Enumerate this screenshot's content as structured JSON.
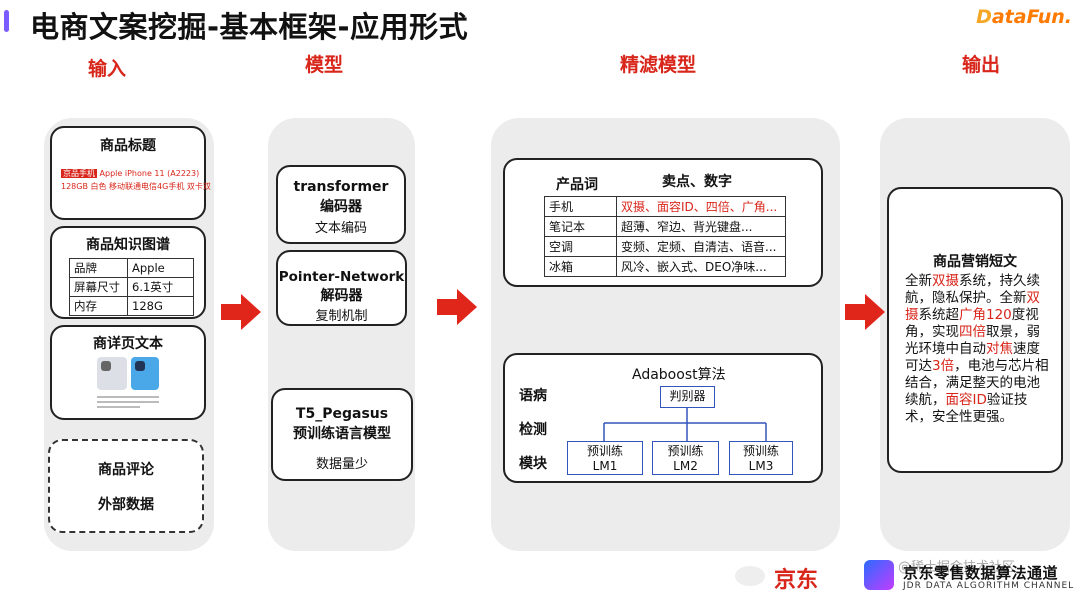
{
  "header": {
    "title": "电商文案挖掘-基本框架-应用形式",
    "logo_text_1": "D",
    "logo_text_2": "ataFun."
  },
  "columns": {
    "input": "输入",
    "model": "模型",
    "filter": "精滤模型",
    "output": "输出"
  },
  "input": {
    "product_title": {
      "heading": "商品标题",
      "tag": "京品手机",
      "line1": "Apple iPhone 11 (A2223)",
      "line2": "128GB 白色 移动联通电信4G手机 双卡双"
    },
    "knowledge_graph": {
      "heading": "商品知识图谱",
      "rows": [
        [
          "品牌",
          "Apple"
        ],
        [
          "屏幕尺寸",
          "6.1英寸"
        ],
        [
          "内存",
          "128G"
        ]
      ]
    },
    "detail_text": {
      "heading": "商详页文本"
    },
    "extra": {
      "reviews": "商品评论",
      "external": "外部数据"
    }
  },
  "model": {
    "transformer": {
      "title1": "transformer",
      "title2": "编码器",
      "desc": "文本编码"
    },
    "pointer": {
      "title1": "Pointer-Network",
      "title2": "解码器",
      "desc": "复制机制"
    },
    "t5": {
      "title1": "T5_Pegasus",
      "title2": "预训练语言模型",
      "desc": "数据量少"
    }
  },
  "filter": {
    "keyword_table": {
      "header_col1": "产品词",
      "header_col2": "卖点、数字",
      "rows": [
        {
          "product": "手机",
          "points": "双摄、面容ID、四倍、广角..."
        },
        {
          "product": "笔记本",
          "points": "超薄、窄边、背光键盘..."
        },
        {
          "product": "空调",
          "points": "变频、定频、自清洁、语音..."
        },
        {
          "product": "冰箱",
          "points": "风冷、嵌入式、DEO净味..."
        }
      ]
    },
    "adaboost": {
      "title": "Adaboost算法",
      "judge": "判别器",
      "side_label_1": "语病",
      "side_label_2": "检测",
      "side_label_3": "模块",
      "lms": [
        {
          "line1": "预训练",
          "line2": "LM1"
        },
        {
          "line1": "预训练",
          "line2": "LM2"
        },
        {
          "line1": "预训练",
          "line2": "LM3"
        }
      ]
    }
  },
  "output": {
    "heading": "商品营销短文",
    "segments": [
      {
        "text": "全新",
        "hl": false
      },
      {
        "text": "双摄",
        "hl": true
      },
      {
        "text": "系统，持久续航，隐私保护。全新",
        "hl": false
      },
      {
        "text": "双摄",
        "hl": true
      },
      {
        "text": "系统超",
        "hl": false
      },
      {
        "text": "广角120",
        "hl": true
      },
      {
        "text": "度视角，实现",
        "hl": false
      },
      {
        "text": "四倍",
        "hl": true
      },
      {
        "text": "取景，弱光环境中自动",
        "hl": false
      },
      {
        "text": "对焦",
        "hl": true
      },
      {
        "text": "速度可达",
        "hl": false
      },
      {
        "text": "3倍",
        "hl": true
      },
      {
        "text": "，电池与芯片相结合，满足整天的电池续航，",
        "hl": false
      },
      {
        "text": "面容ID",
        "hl": true
      },
      {
        "text": "验证技术，安全性更强。",
        "hl": false
      }
    ]
  },
  "footer": {
    "watermark": "@稀土掘金技术社区",
    "jd_brand": "京东",
    "channel_cn": "京东零售数据算法通道",
    "channel_en": "JDR DATA ALGORITHM CHANNEL"
  },
  "colors": {
    "accent_red": "#d8261b",
    "panel_gray": "#ececec",
    "lm_blue": "#3355bb",
    "title_bar": "#7a5cff"
  }
}
